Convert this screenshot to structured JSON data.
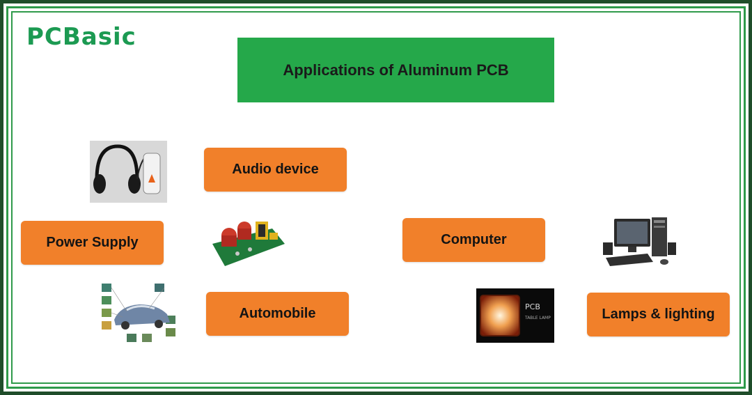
{
  "logo": {
    "text_main": "PCB",
    "text_sub": "asic"
  },
  "title": "Applications of Aluminum PCB",
  "categories": [
    {
      "label": "Audio device"
    },
    {
      "label": "Power Supply"
    },
    {
      "label": "Automobile"
    },
    {
      "label": "Computer"
    },
    {
      "label": "Lamps & lighting"
    }
  ],
  "lamp_caption": {
    "line1": "PCB",
    "line2": "TABLE LAMP"
  },
  "colors": {
    "frame_dark": "#1f4d2a",
    "frame_green": "#2e9a4a",
    "title_bg": "#25a84a",
    "box_orange": "#f1802a",
    "logo_green": "#1c9a52"
  },
  "icons": [
    "headphones-image",
    "circuit-board-image",
    "car-image",
    "desktop-computer-image",
    "led-lamp-image"
  ]
}
